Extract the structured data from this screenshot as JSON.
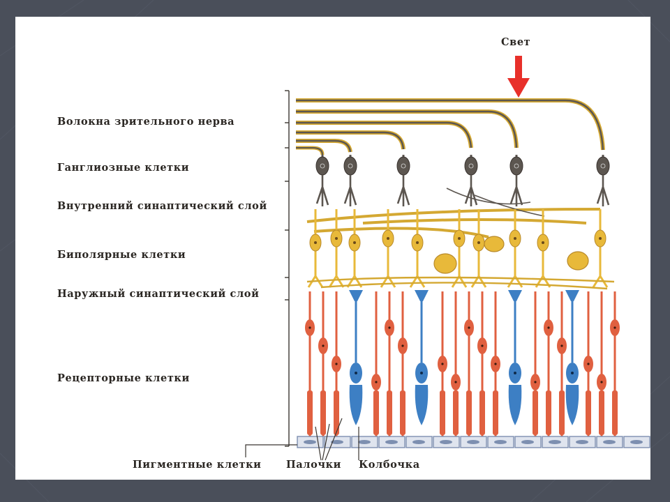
{
  "diagram": {
    "light_label": "Свет",
    "layer_labels": [
      "Волокна зрительного нерва",
      "Ганглиозные клетки",
      "Внутренний синаптический слой",
      "Биполярные клетки",
      "Наружный синаптический слой",
      "Рецепторные клетки"
    ],
    "bottom_labels": {
      "pigment": "Пигментные клетки",
      "rods": "Палочки",
      "cone": "Колбочка"
    },
    "colors": {
      "slide_background": "#4a4f5a",
      "card": "#ffffff",
      "arrow": "#e8302a",
      "neuron_yellow": "#e8b93a",
      "ganglion_dark": "#5c5650",
      "rod_red": "#e06040",
      "cone_blue": "#3d7fc4",
      "pigment_blue": "#7d8fb0"
    }
  }
}
